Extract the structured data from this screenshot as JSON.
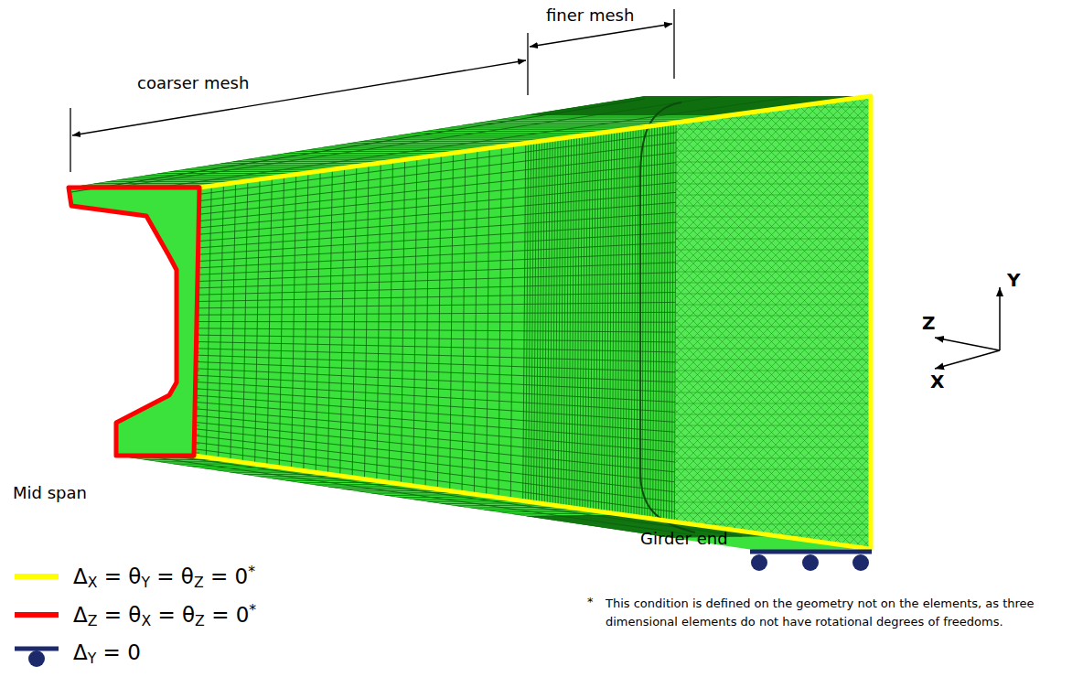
{
  "diagram": {
    "labels": [
      "finer mesh",
      "coarser mesh",
      "Mid span",
      "Girder end",
      "Y",
      "Z",
      "X",
      "*",
      "This condition is defined on the geometry not on the elements, as three dimensional elements do not have rotational degrees of freedoms."
    ],
    "legend": [
      {
        "text": "ΔX = θY = θZ = 0*"
      },
      {
        "text": "ΔZ = θX = θZ = 0*"
      },
      {
        "text": "ΔY = 0"
      }
    ]
  }
}
